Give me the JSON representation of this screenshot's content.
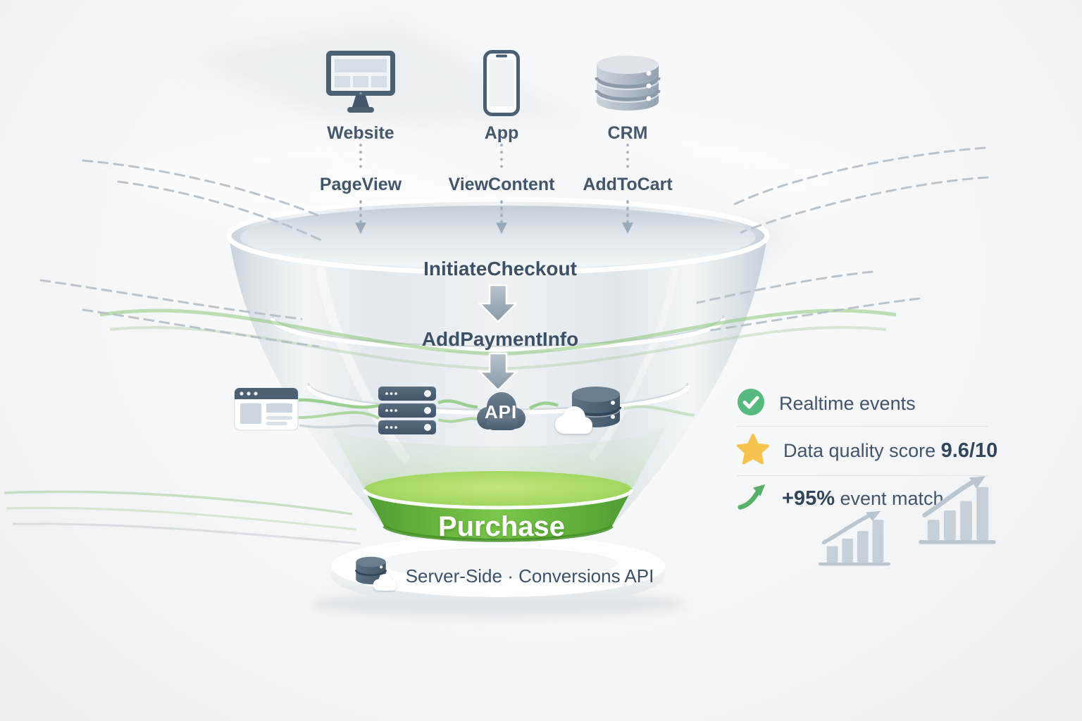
{
  "sources": [
    {
      "label": "Website",
      "icon": "monitor-icon"
    },
    {
      "label": "App",
      "icon": "smartphone-icon"
    },
    {
      "label": "CRM",
      "icon": "database-icon"
    }
  ],
  "events": [
    "PageView",
    "ViewContent",
    "AddToCart"
  ],
  "funnel": {
    "stage_initiate_checkout": "InitiateCheckout",
    "stage_add_payment_info": "AddPaymentInfo",
    "stage_purchase": "Purchase"
  },
  "pipeline": {
    "api_label": "API",
    "icons": [
      "browser-window-icon",
      "server-rack-icon",
      "api-cloud-icon",
      "database-cloud-icon"
    ]
  },
  "footer": {
    "icon": "database-cloud-icon",
    "label": "Server-Side · Conversions API"
  },
  "stats": [
    {
      "icon": "check-circle-icon",
      "text": "Realtime events"
    },
    {
      "icon": "star-icon",
      "text": "Data quality score",
      "value": "9.6/10"
    },
    {
      "icon": "growth-arrow-icon",
      "value": "+95%",
      "text": "event match"
    }
  ],
  "colors": {
    "accent_green": "#6ab43e",
    "green_dark": "#4f9c33",
    "green_light": "#a5d863",
    "slate_text": "#42556a",
    "icon_slate": "#4c6073",
    "star_yellow": "#f6c44e",
    "check_green": "#57b97e",
    "muted_gray": "#b4bfc8"
  }
}
